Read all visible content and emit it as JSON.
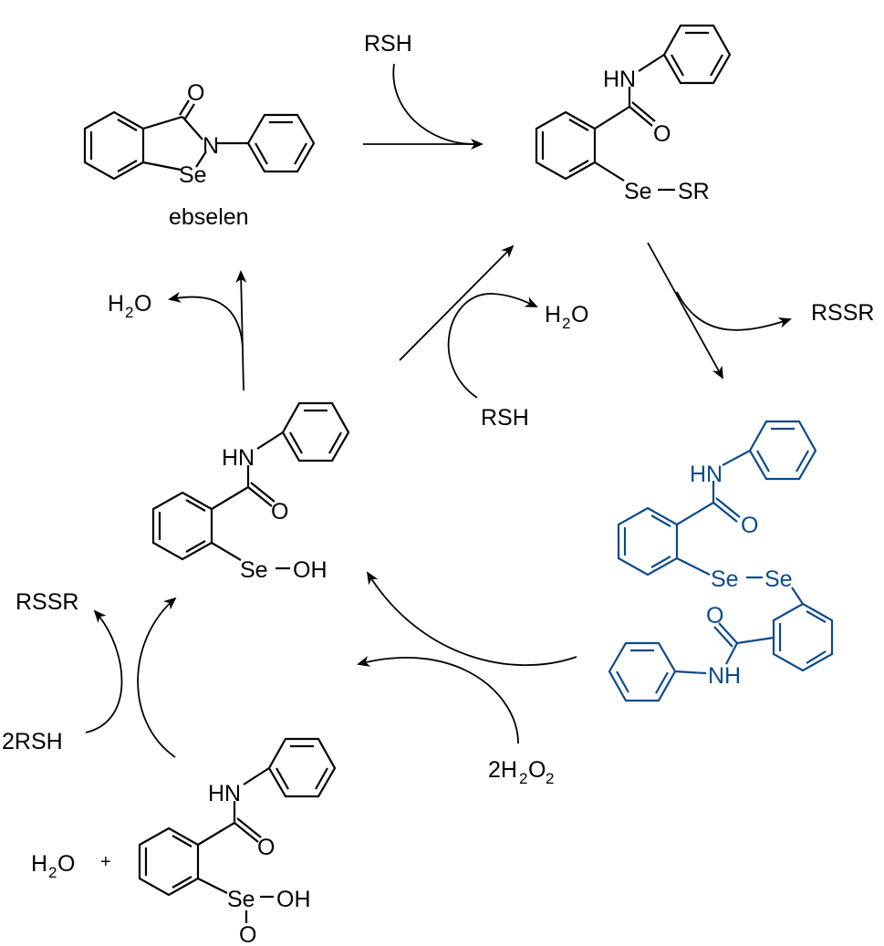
{
  "colors": {
    "ink": "#000000",
    "accent": "#0b4a8b",
    "background": "#ffffff"
  },
  "labels": {
    "rsh_top": "RSH",
    "ebselen": "ebselen",
    "h2o_left": "H",
    "h2o_left_sub": "2",
    "h2o_left_tail": "O",
    "h2o_center": "H",
    "h2o_center_sub": "2",
    "h2o_center_tail": "O",
    "rsh_center": "RSH",
    "rssr_right": "RSSR",
    "rssr_left": "RSSR",
    "two_rsh": "2RSH",
    "two_h2o2_a": "2H",
    "two_h2o2_sub1": "2",
    "two_h2o2_b": "O",
    "two_h2o2_sub2": "2",
    "h2o_bottom": "H",
    "h2o_bottom_sub": "2",
    "h2o_bottom_tail": "O",
    "plus": "+"
  },
  "atoms": {
    "ebselen_O": "O",
    "ebselen_N": "N",
    "ebselen_Se": "Se",
    "sulfide_HN": "HN",
    "sulfide_O": "O",
    "sulfide_SeSR": "Se",
    "sulfide_SR": "SR",
    "diselenide_HN": "HN",
    "diselenide_O1": "O",
    "diselenide_Se1": "Se",
    "diselenide_Se2": "Se",
    "diselenide_O2": "O",
    "diselenide_NH": "NH",
    "selenenic_HN": "HN",
    "selenenic_O": "O",
    "selenenic_Se": "Se",
    "selenenic_OH": "OH",
    "seleninic_HN": "HN",
    "seleninic_O": "O",
    "seleninic_Se": "Se",
    "seleninic_OH": "OH",
    "seleninic_O2": "O"
  }
}
